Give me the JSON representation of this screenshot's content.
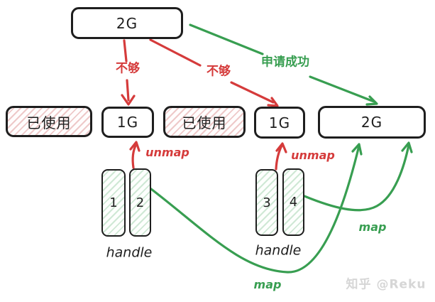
{
  "top_box": {
    "label": "2G"
  },
  "memory_row": {
    "used_left": "已使用",
    "one_g_left": "1G",
    "used_right": "已使用",
    "one_g_right": "1G",
    "two_g": "2G"
  },
  "edge_labels": {
    "not_enough_left": "不够",
    "not_enough_right": "不够",
    "alloc_success": "申请成功",
    "unmap_left": "unmap",
    "unmap_right": "unmap",
    "map_bottom": "map",
    "map_right": "map"
  },
  "handles": {
    "h1": "1",
    "h2": "2",
    "h3": "3",
    "h4": "4",
    "left_label": "handle",
    "right_label": "handle"
  },
  "watermark": "知乎 @Reku",
  "colors": {
    "ink": "#1e1e1e",
    "red": "#d53b3b",
    "green": "#389e51",
    "red_hatch": "#eec9c9",
    "green_hatch": "#cfe8d5",
    "watermark_gray": "#d6d6d6"
  }
}
